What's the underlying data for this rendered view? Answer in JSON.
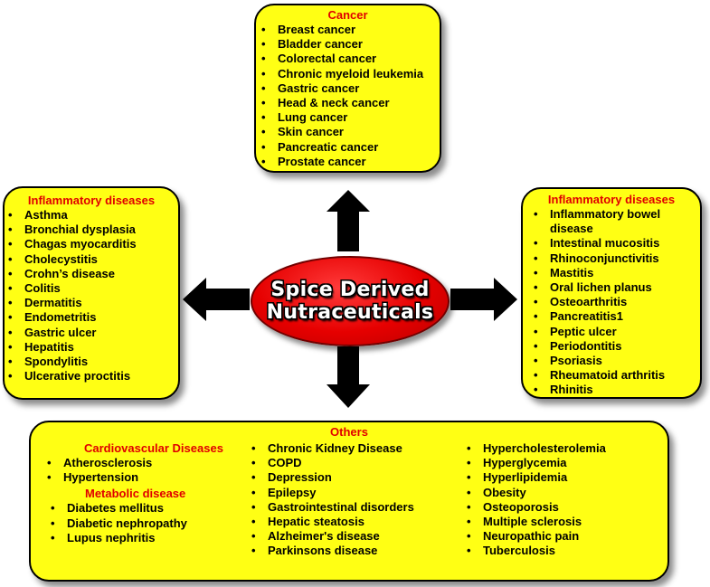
{
  "center": {
    "line1": "Spice Derived",
    "line2": "Nutraceuticals"
  },
  "cancer": {
    "heading": "Cancer",
    "items": [
      "Breast cancer",
      "Bladder cancer",
      "Colorectal cancer",
      "Chronic myeloid leukemia",
      "Gastric cancer",
      "Head & neck cancer",
      "Lung cancer",
      "Skin cancer",
      "Pancreatic cancer",
      "Prostate cancer"
    ]
  },
  "inflammatory_left": {
    "heading": "Inflammatory diseases",
    "items": [
      "Asthma",
      "Bronchial dysplasia",
      "Chagas myocarditis",
      "Cholecystitis",
      "Crohn’s disease",
      "Colitis",
      "Dermatitis",
      "Endometritis",
      "Gastric ulcer",
      "Hepatitis",
      "Spondylitis",
      "Ulcerative proctitis"
    ]
  },
  "inflammatory_right": {
    "heading": "Inflammatory diseases",
    "items": [
      "Inflammatory bowel",
      "disease",
      "Intestinal mucositis",
      "Rhinoconjunctivitis",
      "Mastitis",
      "Oral lichen planus",
      "Osteoarthritis",
      "Pancreatitis1",
      "Peptic ulcer",
      "Periodontitis",
      "Psoriasis",
      "Rheumatoid arthritis",
      "Rhinitis"
    ]
  },
  "others": {
    "heading": "Others",
    "cardio_heading": "Cardiovascular Diseases",
    "cardio_items": [
      "Atherosclerosis",
      "Hypertension"
    ],
    "metabolic_heading": "Metabolic disease",
    "metabolic_items": [
      "Diabetes mellitus",
      "Diabetic nephropathy",
      "Lupus nephritis"
    ],
    "middle_items": [
      "Chronic Kidney Disease",
      "COPD",
      "Depression",
      "Epilepsy",
      "Gastrointestinal disorders",
      "Hepatic steatosis",
      "Alzheimer's disease",
      "Parkinsons disease"
    ],
    "right_items": [
      "Hypercholesterolemia",
      "Hyperglycemia",
      "Hyperlipidemia",
      "Obesity",
      "Osteoporosis",
      "Multiple sclerosis",
      "Neuropathic pain",
      "Tuberculosis"
    ]
  },
  "colors": {
    "box_fill": "#ffff14",
    "heading_red": "#e00000",
    "center_red": "#e60000",
    "arrow": "#000000"
  }
}
